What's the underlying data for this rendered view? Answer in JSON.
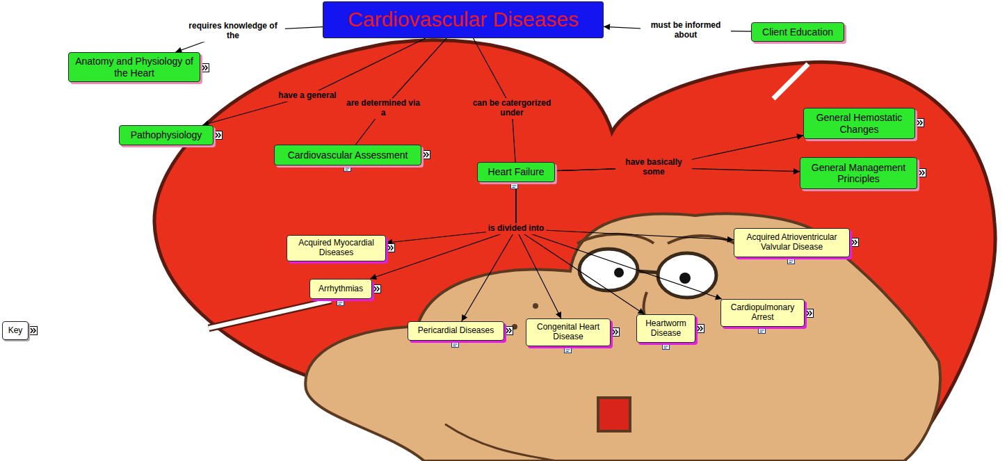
{
  "diagram": {
    "nodes": [
      {
        "text": [
          "Cardiovascular Diseases"
        ]
      },
      {
        "text": [
          "Anatomy and Physiology of the Heart"
        ]
      },
      {
        "text": [
          "Client Education"
        ]
      },
      {
        "text": [
          "Pathophysiology"
        ]
      },
      {
        "text": [
          "Cardiovascular Assessment"
        ]
      },
      {
        "text": [
          "Heart Failure"
        ]
      },
      {
        "text": [
          "General Hemostatic Changes"
        ]
      },
      {
        "text": [
          "General Management Principles"
        ]
      },
      {
        "text": [
          "Acquired Myocardial Diseases"
        ]
      },
      {
        "text": [
          "Acquired Atrioventricular Valvular Disease"
        ]
      },
      {
        "text": [
          "Arrhythmias"
        ]
      },
      {
        "text": [
          "Cardiopulmonary Arrest"
        ]
      },
      {
        "text": [
          "Pericardial Diseases"
        ]
      },
      {
        "text": [
          "Congenital Heart Disease"
        ]
      },
      {
        "text": [
          "Heartworm Disease"
        ]
      },
      {
        "text": [
          "Key"
        ]
      }
    ],
    "edges": [
      {
        "from": 0,
        "to": 1,
        "label": "requires knowledge of the",
        "arrow": "to"
      },
      {
        "from": 2,
        "to": 0,
        "label": "must be informed about",
        "arrow": "to"
      },
      {
        "from": 0,
        "to": 3,
        "label": "have a general",
        "arrow": "to"
      },
      {
        "from": 0,
        "to": 4,
        "label": "are determined via a",
        "arrow": "none"
      },
      {
        "from": 0,
        "to": 5,
        "label": "can be catergorized under",
        "arrow": "none"
      },
      {
        "from": 5,
        "to": 6,
        "label": "have basically some",
        "arrow": "to"
      },
      {
        "from": 5,
        "to": 7,
        "arrow": "to"
      },
      {
        "from": 5,
        "to": 8,
        "label": "is divided into",
        "arrow": "to"
      },
      {
        "from": 5,
        "to": 9,
        "arrow": "to"
      },
      {
        "from": 5,
        "to": 10,
        "arrow": "to"
      },
      {
        "from": 5,
        "to": 11,
        "arrow": "to"
      },
      {
        "from": 5,
        "to": 12,
        "arrow": "to"
      },
      {
        "from": 5,
        "to": 13,
        "arrow": "to"
      },
      {
        "from": 5,
        "to": 14,
        "arrow": "to"
      }
    ]
  }
}
